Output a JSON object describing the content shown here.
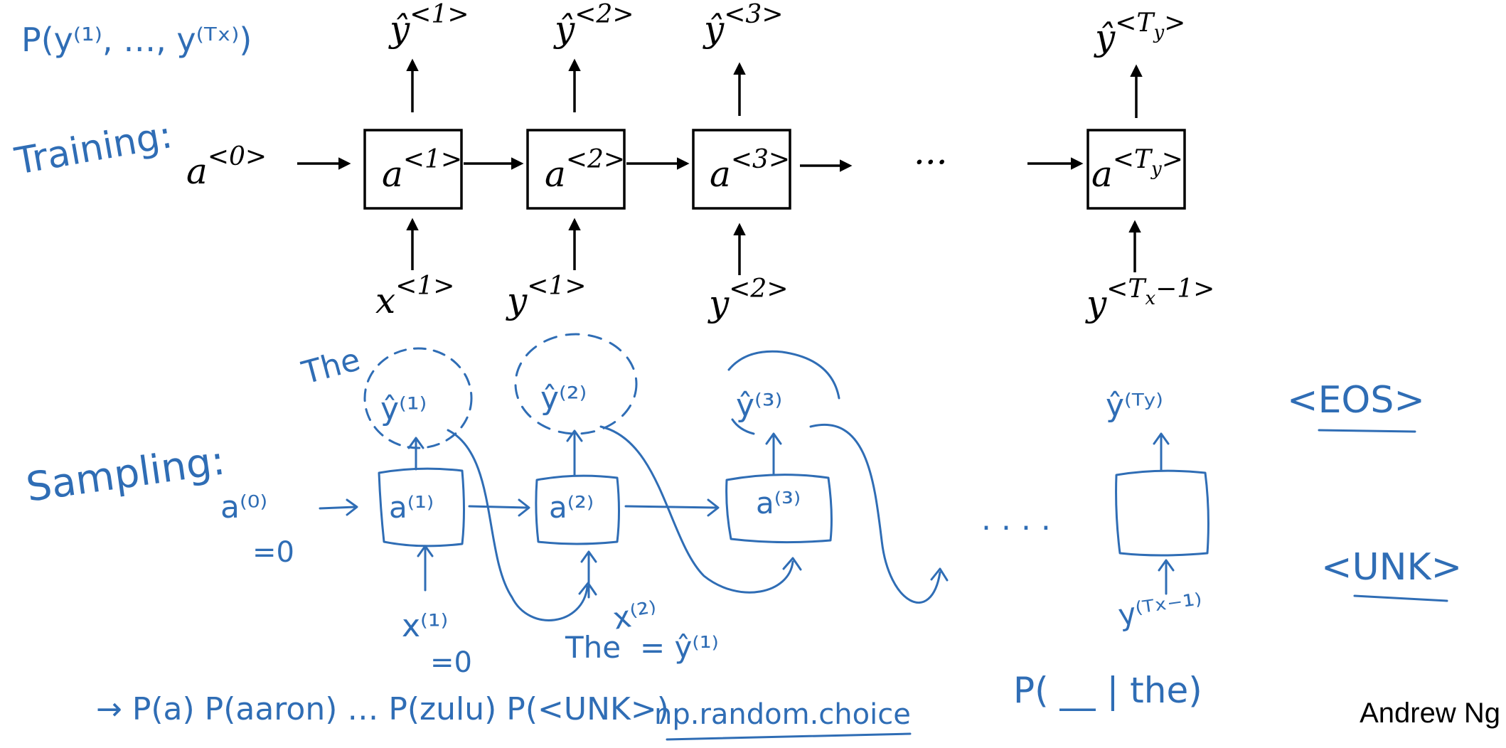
{
  "handwritten": {
    "prob": "P(y⁽¹⁾, …, y⁽ᵀˣ⁾)",
    "training": "Training:",
    "sampling": "Sampling:",
    "a0_hand": "a⁽⁰⁾",
    "eq_zero_a": "=0",
    "a1_hand": "a⁽¹⁾",
    "a2_hand": "a⁽²⁾",
    "a3_hand": "a⁽³⁾",
    "the_1": "The",
    "yhat1_hand": "ŷ⁽¹⁾",
    "yhat2_hand": "ŷ⁽²⁾",
    "yhat3_hand": "ŷ⁽³⁾",
    "yhatTy_hand": "ŷ⁽ᵀʸ⁾",
    "x1_hand": "x⁽¹⁾",
    "eq_zero_x": "=0",
    "x2_hand": "x⁽²⁾",
    "the_2": "The",
    "eq_yhat1": "= ŷ⁽¹⁾",
    "dots_hand": ". . . .",
    "yTx_hand": "y⁽ᵀˣ⁻¹⁾",
    "eos": "<EOS>",
    "unk": "<UNK>",
    "arrow_prob": "→ P(a) P(aaron) … P(zulu) P(<UNK>)",
    "np_random": "np.random.choice",
    "p_the": "P( __ | the)"
  },
  "typeset": {
    "yhat_base": "ŷ",
    "a_base": "a",
    "x_base": "x",
    "y_base": "y",
    "sup1": "<1>",
    "sup2": "<2>",
    "sup3": "<3>",
    "sup0": "<0>",
    "supTy": "<T",
    "sub_y": "y",
    "sub_x": "x",
    "close": ">",
    "minus1": "−1>",
    "ellipsis": "···"
  },
  "author": "Andrew Ng",
  "colors": {
    "ink": "#2f6db5",
    "text": "#000000",
    "background": "#ffffff"
  }
}
